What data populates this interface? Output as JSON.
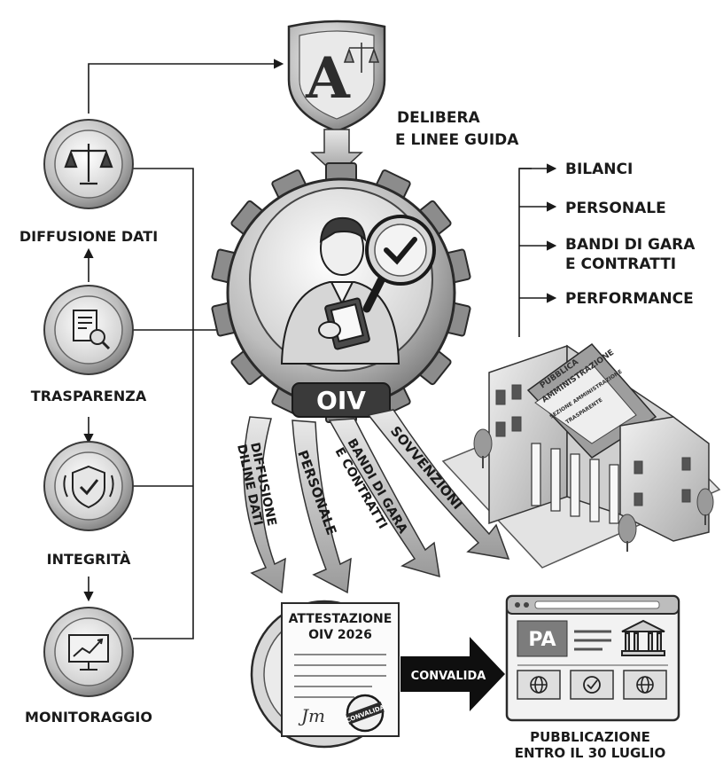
{
  "left_column": [
    {
      "id": "diffusione",
      "label": "DIFFUSIONE DATI",
      "icon": "scales-icon"
    },
    {
      "id": "trasparenza",
      "label": "TRASPARENZA",
      "icon": "document-magnifier-icon"
    },
    {
      "id": "integrita",
      "label": "INTEGRITÀ",
      "icon": "shield-check-icon"
    },
    {
      "id": "monitoraggio",
      "label": "MONITORAGGIO",
      "icon": "monitor-chart-icon"
    }
  ],
  "authority": {
    "icon": "anac-shield-icon",
    "letter": "A",
    "caption_line1": "DELIBERA",
    "caption_line2": "E LINEE GUIDA"
  },
  "right_list": [
    "BILANCI",
    "PERSONALE",
    "BANDI DI GARA",
    "E CONTRATTI",
    "PERFORMANCE"
  ],
  "oiv": {
    "label": "OIV",
    "icon": "inspector-person-icon",
    "check_icon": "checkmark-magnifier-icon"
  },
  "building": {
    "sign_line1": "PUBBLICA",
    "sign_line2": "AMMINISTRAZIONE",
    "sign_line3": "SEZIONE AMMINISTRAZIONE",
    "sign_line4": "TRASPARENTE"
  },
  "flows": [
    {
      "line1": "DIFFUSIONE",
      "line2": "DILINE DATI"
    },
    {
      "line1": "PERSONALE",
      "line2": ""
    },
    {
      "line1": "BANDI DI GARA",
      "line2": "E CONTRATTI"
    },
    {
      "line1": "SOVVENZIONI",
      "line2": ""
    }
  ],
  "attestation": {
    "title_line1": "ATTESTAZIONE",
    "title_line2": "OIV 2026",
    "stamp": "CONVALIDA",
    "signature": "Jm"
  },
  "convalida_arrow": "CONVALIDA",
  "website": {
    "pa_label": "PA",
    "caption_line1": "PUBBLICAZIONE",
    "caption_line2": "ENTRO IL 30 LUGLIO"
  },
  "colors": {
    "ink": "#1a1a1a",
    "mid_gray": "#8a8a8a",
    "light_gray": "#d9d9d9",
    "dark_band": "#3a3a3a"
  }
}
